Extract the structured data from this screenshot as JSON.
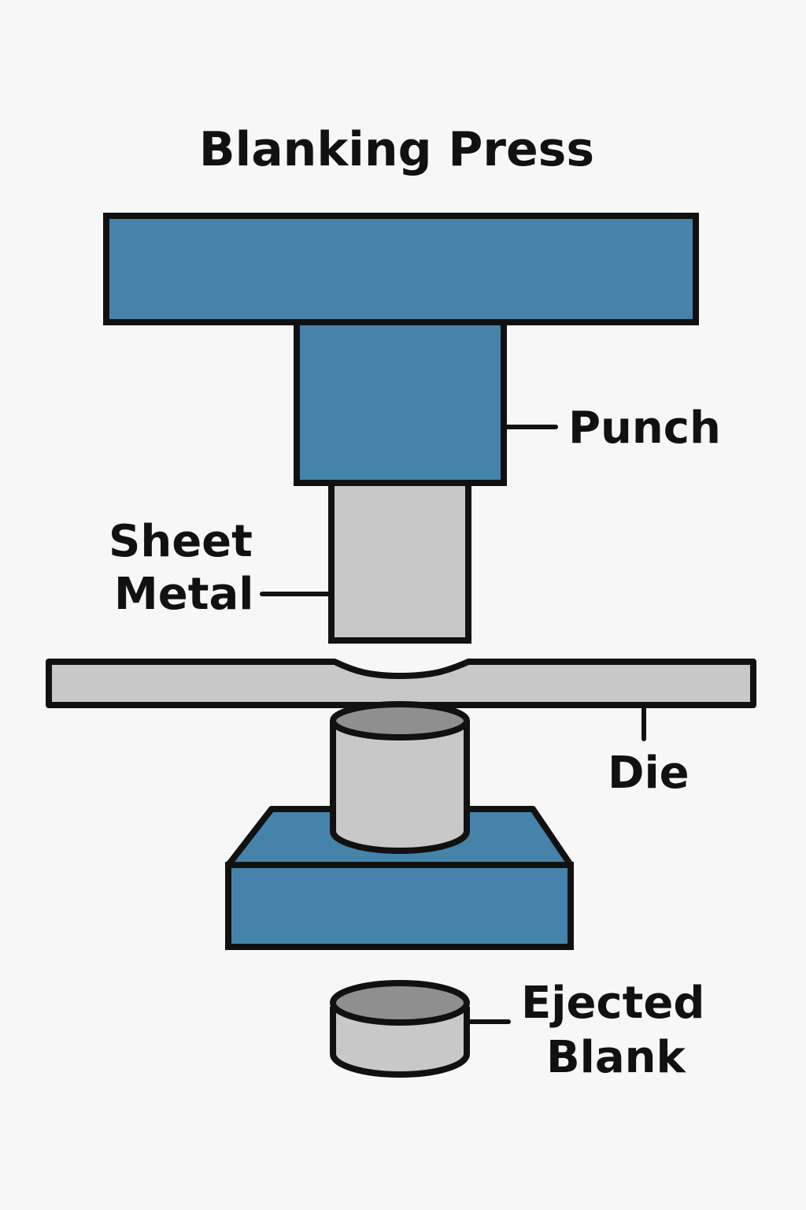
{
  "diagram": {
    "title": "Blanking Press",
    "labels": {
      "punch": "Punch",
      "sheet_metal_line1": "Sheet",
      "sheet_metal_line2": "Metal",
      "die": "Die",
      "ejected_blank_line1": "Ejected",
      "ejected_blank_line2": "Blank"
    },
    "colors": {
      "background": "#f7f7f7",
      "press_blue": "#4683aa",
      "metal_gray": "#c8c8c8",
      "cavity_gray": "#8f8f8f",
      "outline": "#111111"
    }
  }
}
